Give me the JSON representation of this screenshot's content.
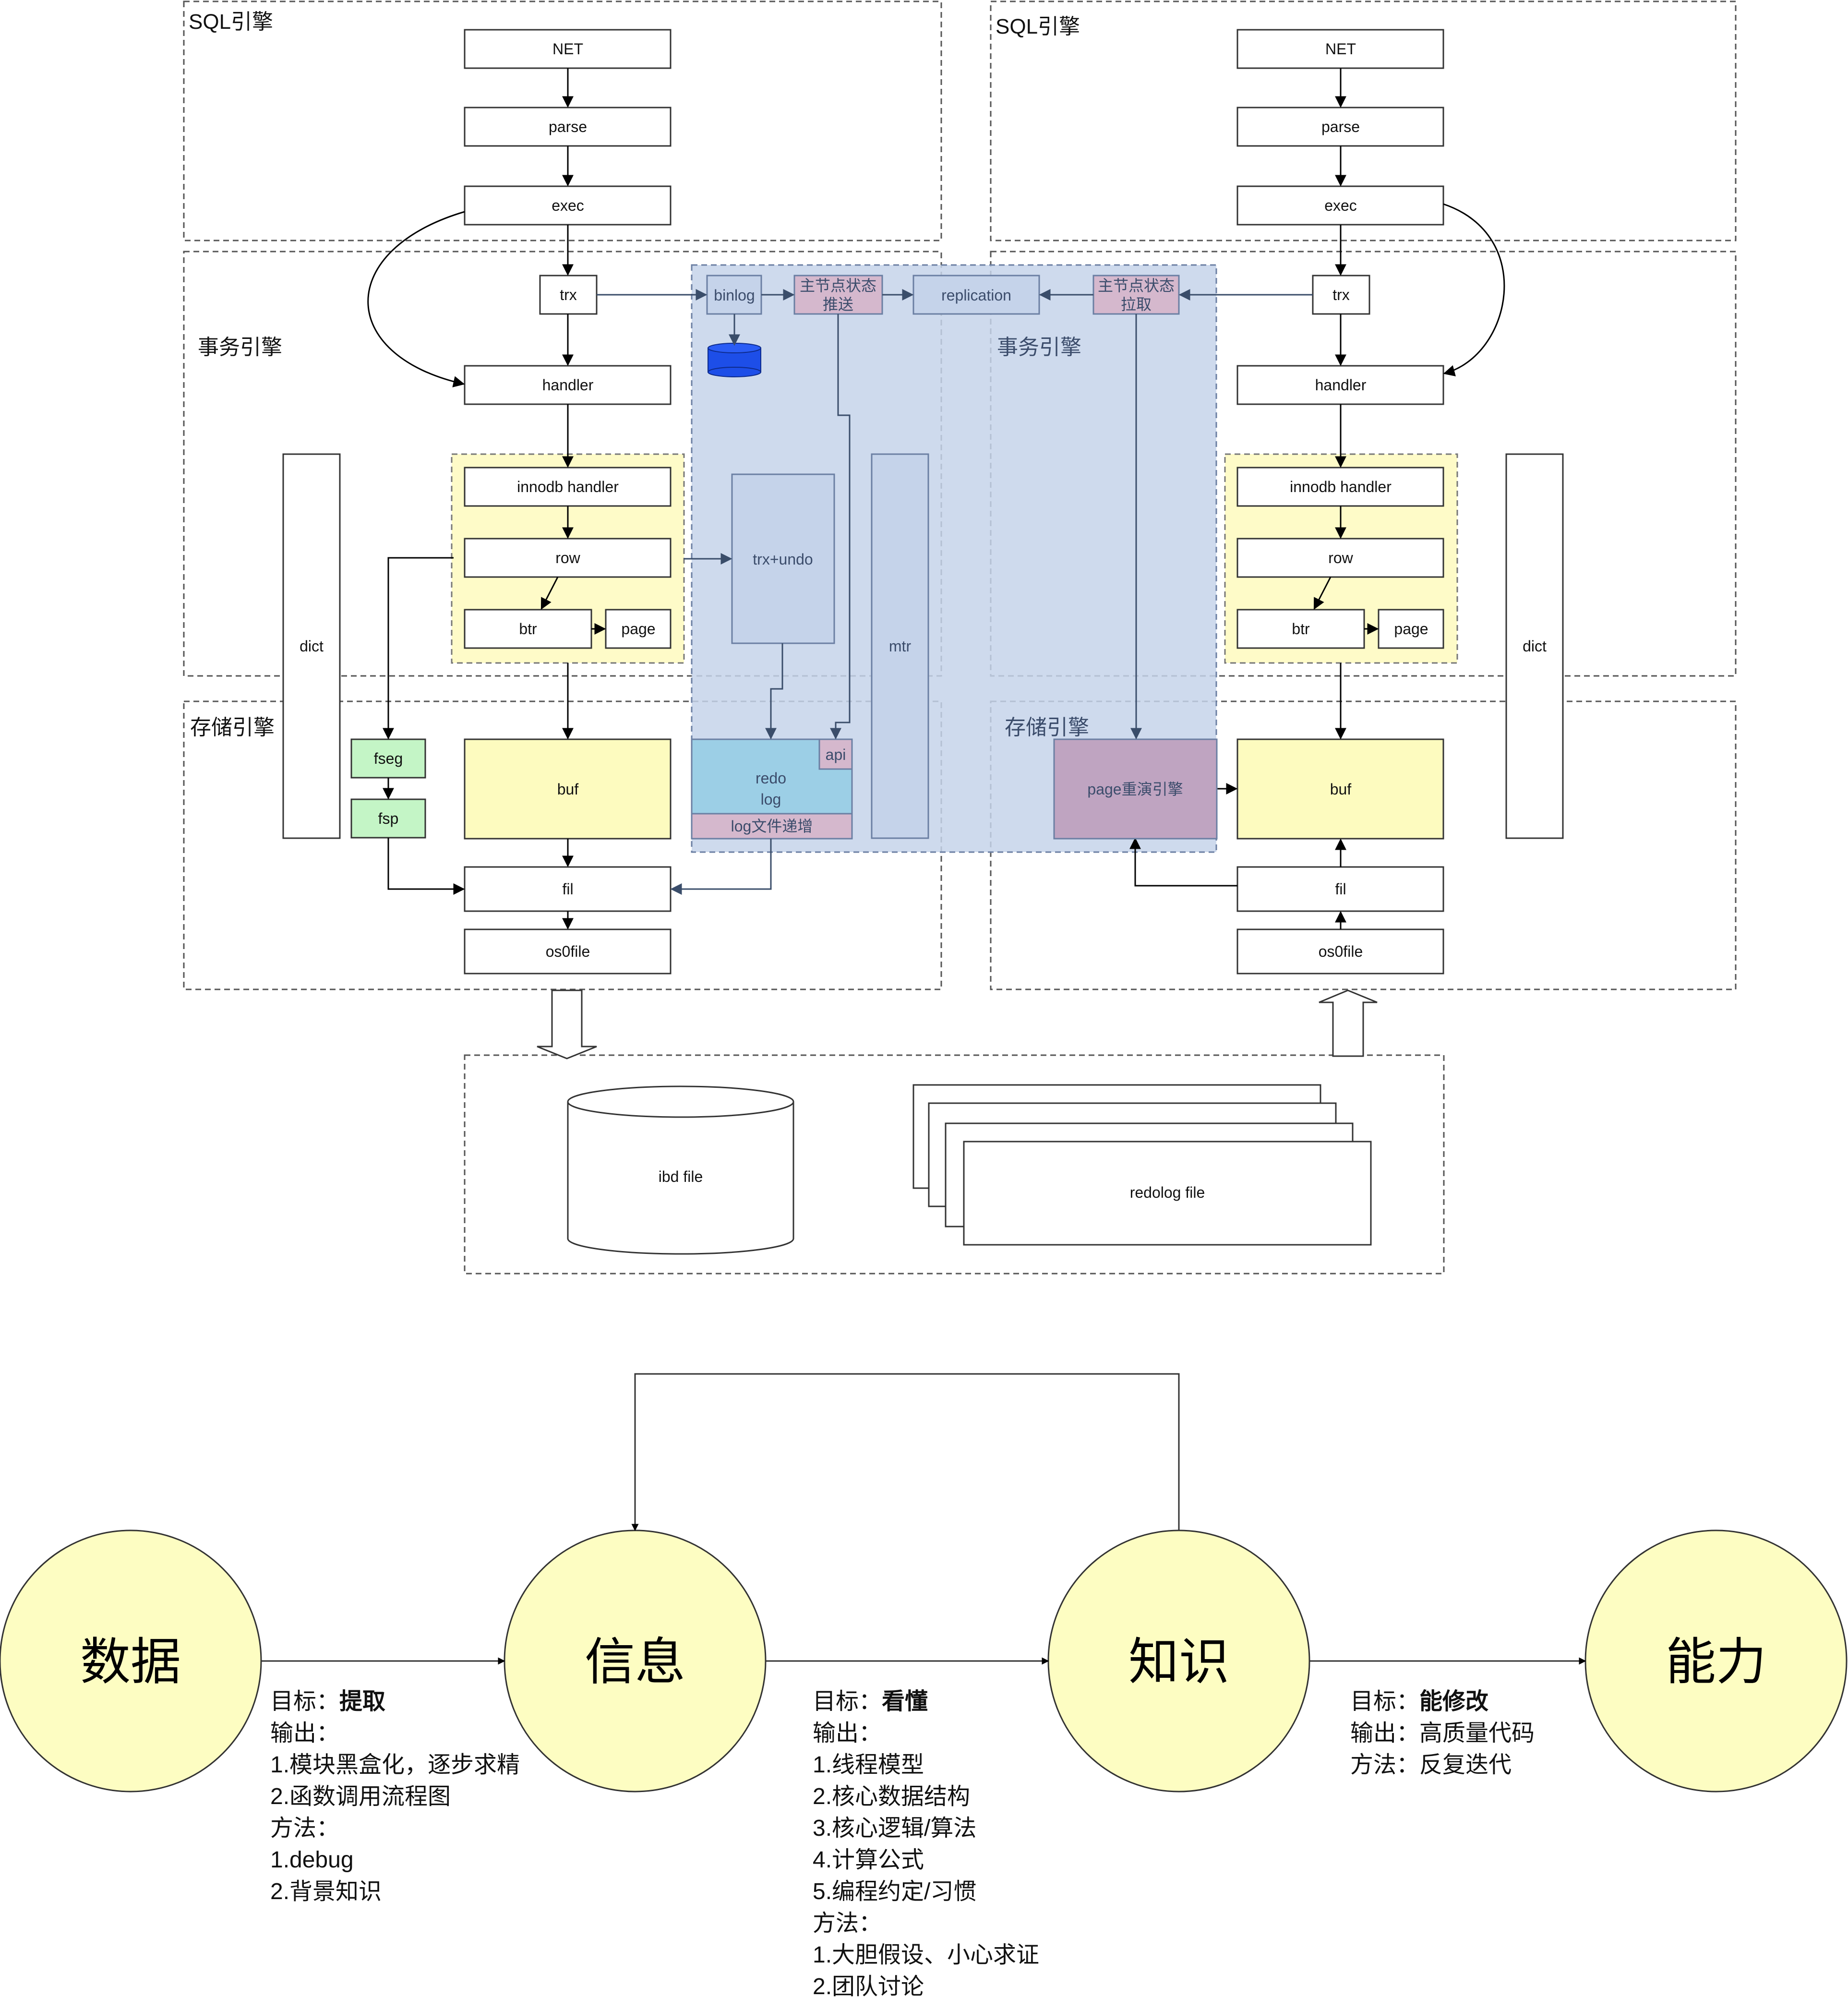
{
  "arch": {
    "left_sql_label": "SQL引擎",
    "right_sql_label": "SQL引擎",
    "left_trx_label": "事务引擎",
    "right_trx_label": "事务引擎",
    "left_storage_label": "存储引擎",
    "right_storage_label": "存储引擎",
    "net": "NET",
    "parse": "parse",
    "exec": "exec",
    "trx": "trx",
    "handler": "handler",
    "innodb_handler": "innodb handler",
    "row": "row",
    "btr": "btr",
    "page": "page",
    "dict": "dict",
    "fseg": "fseg",
    "fsp": "fsp",
    "buf": "buf",
    "fil": "fil",
    "os0file": "os0file",
    "binlog": "binlog",
    "master_push": [
      "主节点状态",
      "推送"
    ],
    "replication": "replication",
    "master_pull": [
      "主节点状态",
      "拉取"
    ],
    "trx_undo": "trx+undo",
    "mtr": "mtr",
    "redo_log": [
      "redo",
      "log"
    ],
    "api": "api",
    "log_growth": "log文件递增",
    "page_replay": "page重演引擎",
    "ibd_file": "ibd file",
    "redolog_file": "redolog file"
  },
  "flow": {
    "nodes": [
      "数据",
      "信息",
      "知识",
      "能力"
    ],
    "stage1": {
      "goal_prefix": "目标：",
      "goal": "提取",
      "lines": [
        "输出：",
        "1.模块黑盒化，逐步求精",
        "2.函数调用流程图",
        "方法：",
        "1.debug",
        "2.背景知识"
      ]
    },
    "stage2": {
      "goal_prefix": "目标：",
      "goal": "看懂",
      "lines": [
        "输出：",
        "1.线程模型",
        "2.核心数据结构",
        "3.核心逻辑/算法",
        "4.计算公式",
        "5.编程约定/习惯",
        "方法：",
        "1.大胆假设、小心求证",
        "2.团队讨论"
      ]
    },
    "stage3": {
      "goal_prefix": "目标：",
      "goal": "能修改",
      "lines": [
        "输出：高质量代码",
        "方法：反复迭代"
      ]
    }
  },
  "colors": {
    "overlay": "#c5d3ea",
    "yellow_area": "#fefbc8",
    "buf": "#fdfbbf",
    "green": "#c4f5c6",
    "pink": "#d5b8cd",
    "page_replay": "#bfa4c1",
    "redo": "#9ccfe6",
    "db_icon": "#1d4ee8",
    "circle": "#fdfdc2"
  }
}
